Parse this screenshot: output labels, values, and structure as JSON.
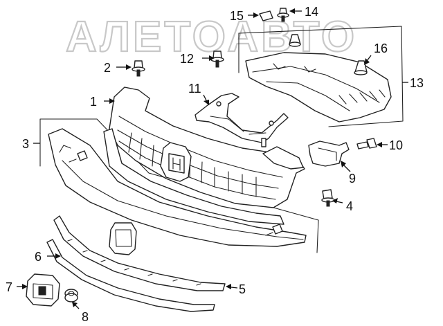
{
  "watermark": "АЛЕТОАВТО",
  "callouts": {
    "c1": "1",
    "c2": "2",
    "c3": "3",
    "c4": "4",
    "c5": "5",
    "c6": "6",
    "c7": "7",
    "c8": "8",
    "c9": "9",
    "c10": "10",
    "c11": "11",
    "c12": "12",
    "c13": "13",
    "c14": "14",
    "c15": "15",
    "c16": "16"
  }
}
